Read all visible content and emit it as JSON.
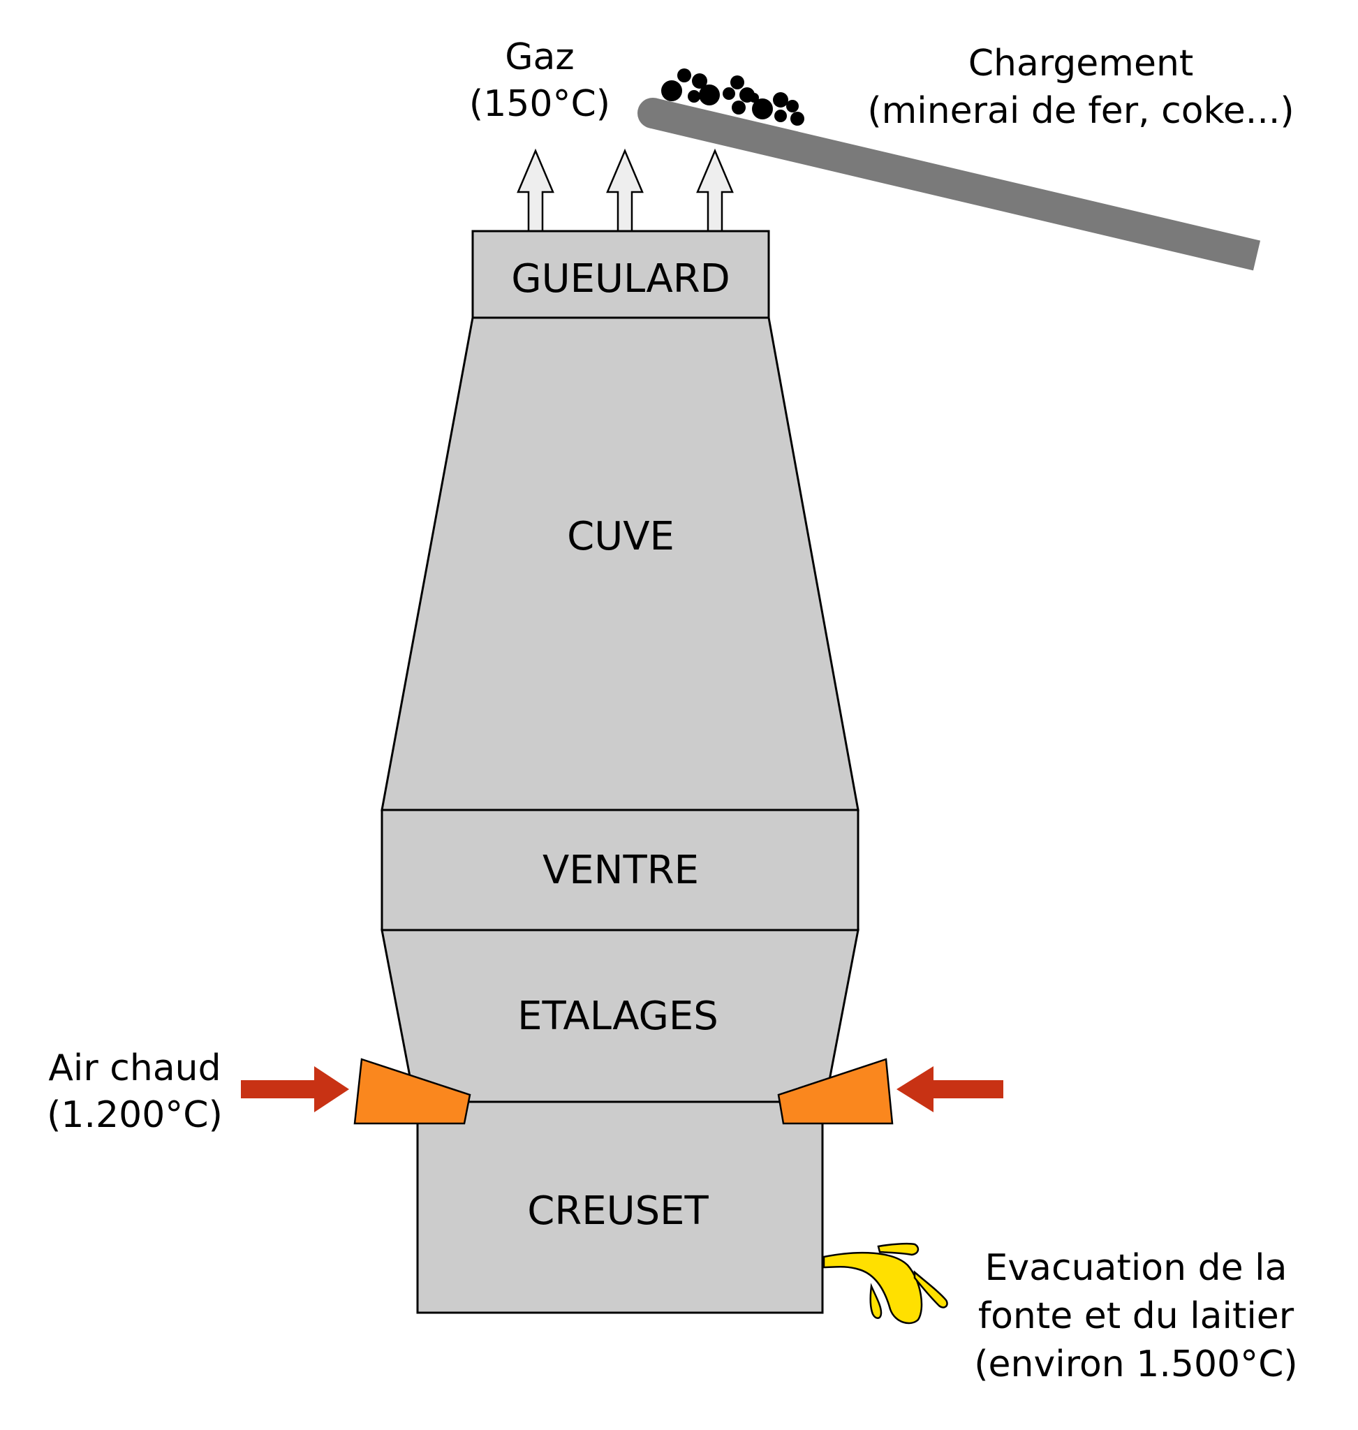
{
  "zones": {
    "gueulard": "GUEULARD",
    "cuve": "CUVE",
    "ventre": "VENTRE",
    "etalages": "ETALAGES",
    "creuset": "CREUSET"
  },
  "gas": {
    "line1": "Gaz",
    "line2": "(150°C)"
  },
  "charge": {
    "line1": "Chargement",
    "line2": "(minerai de fer, coke...)"
  },
  "hot_air": {
    "line1": "Air chaud",
    "line2": "(1.200°C)"
  },
  "outflow": {
    "line1": "Evacuation de la",
    "line2": "fonte et du laitier",
    "line3": "(environ 1.500°C)"
  },
  "colors": {
    "furnace_fill": "#cccccc",
    "outline": "#000000",
    "conveyor": "#7a7a7a",
    "tuyere": "#fa871e",
    "hot_air_arrow": "#c83214",
    "molten_metal": "#ffe000",
    "gas_arrow": "#eeeeee"
  }
}
